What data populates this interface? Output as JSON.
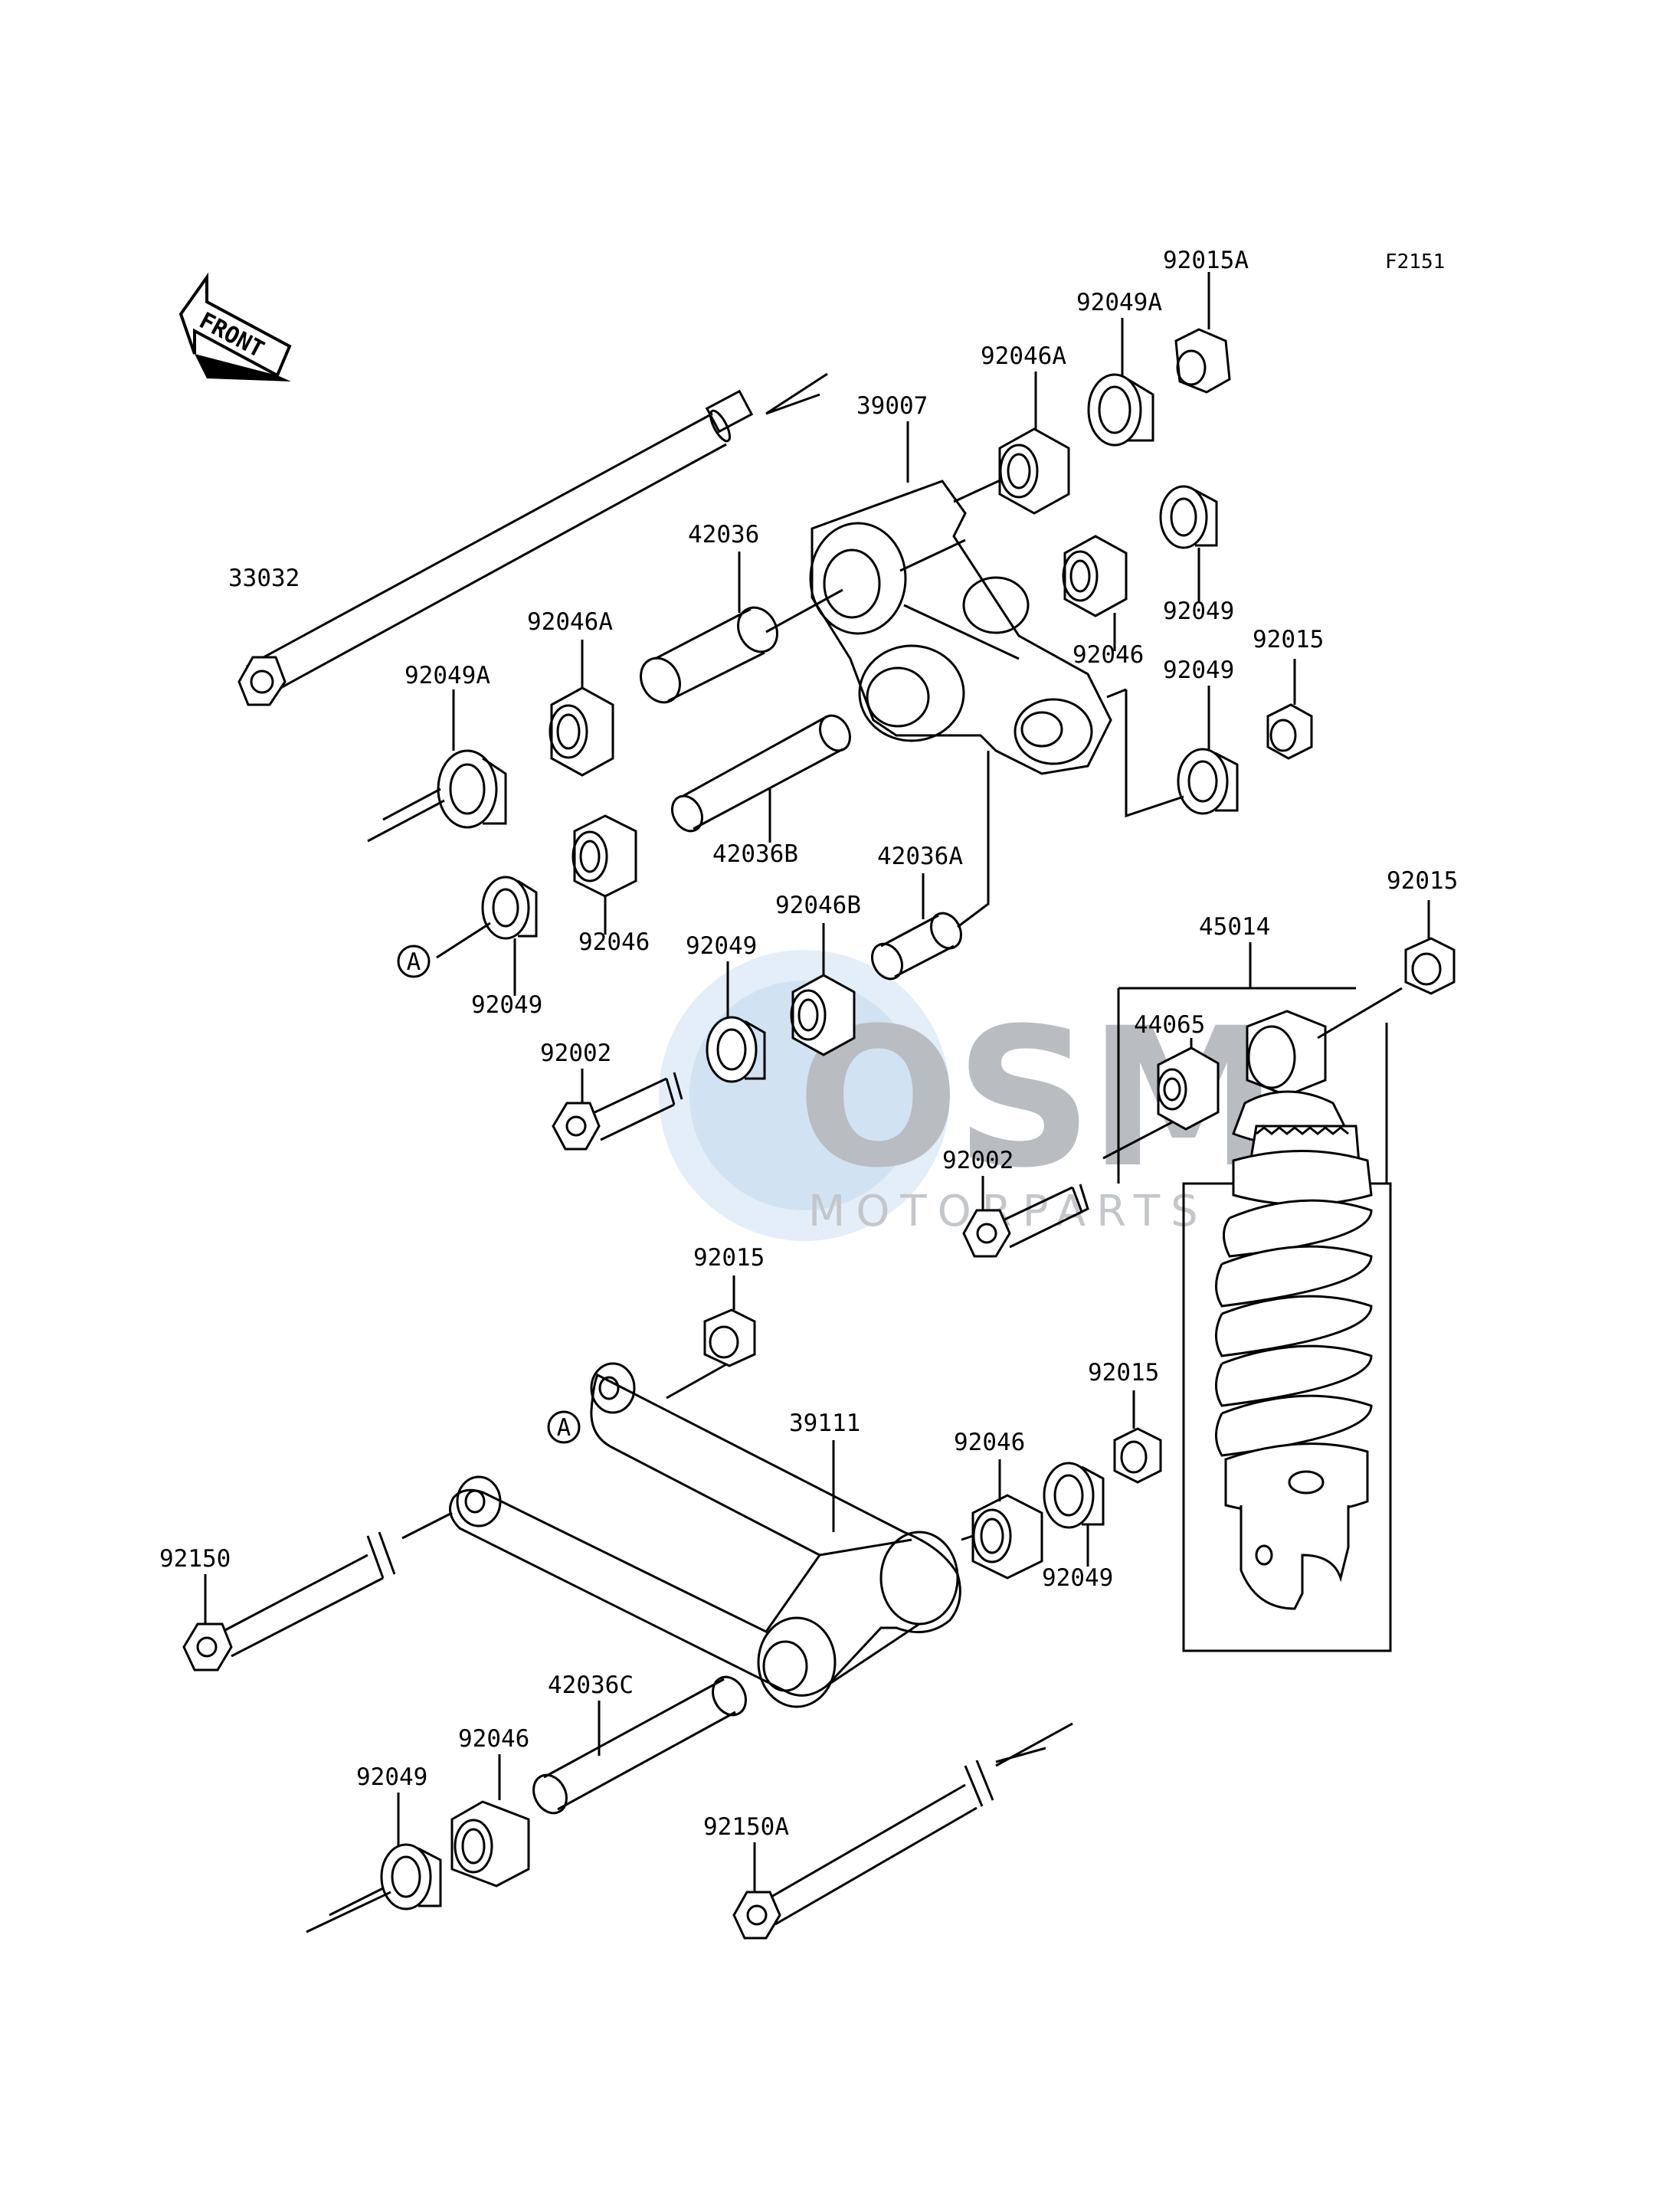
{
  "figure_code": "F2151",
  "front_arrow": {
    "text": "FRONT"
  },
  "watermark": {
    "brand": "OSM",
    "subtitle": "MOTORPARTS",
    "color": "#b9bcc0",
    "accent": "#7fb6e0"
  },
  "parts": {
    "p92015A_top": "92015A",
    "p92049A_top": "92049A",
    "p92046A_top": "92046A",
    "p39007": "39007",
    "p42036": "42036",
    "p33032": "33032",
    "p92046A_left": "92046A",
    "p92049A_left": "92049A",
    "p92049_r1": "92049",
    "p92046_r1": "92046",
    "p92015_r1": "92015",
    "p92049_r2": "92049",
    "p42036B": "42036B",
    "p42036A": "42036A",
    "p92046_left": "92046",
    "p92046B": "92046B",
    "p92049_mid": "92049",
    "p92049_left": "92049",
    "p92002_left": "92002",
    "p45014": "45014",
    "p92015_shock": "92015",
    "p44065": "44065",
    "p92002_right": "92002",
    "p92015_link": "92015",
    "p39111": "39111",
    "p92046_link": "92046",
    "p92015_link2": "92015",
    "p92049_link": "92049",
    "p92150": "92150",
    "p42036C": "42036C",
    "p92046_bot": "92046",
    "p92049_bot": "92049",
    "p92150A": "92150A"
  },
  "ref_marker": "A"
}
